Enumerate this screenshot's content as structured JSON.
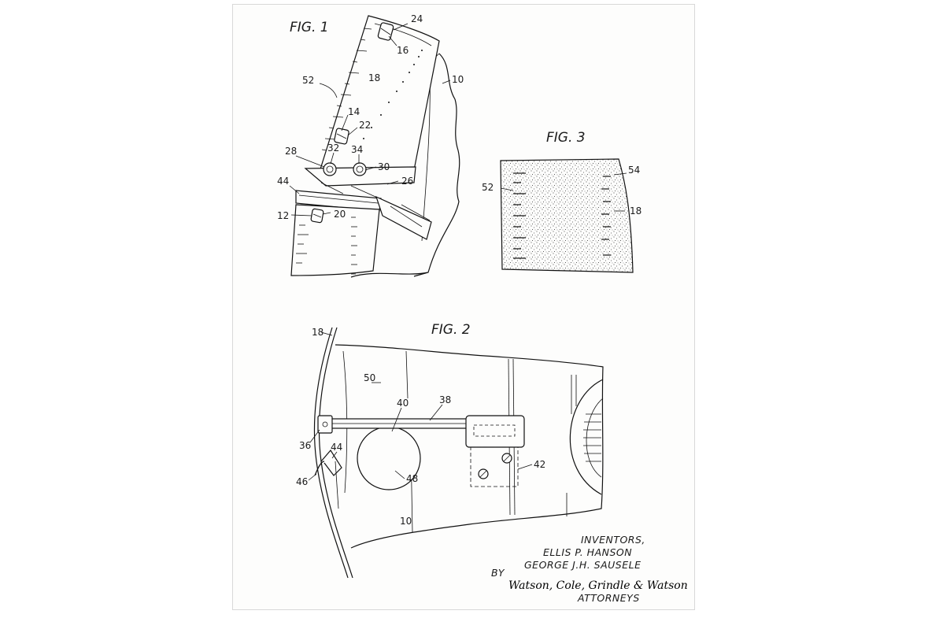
{
  "figures": {
    "fig1": "FIG. 1",
    "fig2": "FIG. 2",
    "fig3": "FIG. 3"
  },
  "refs": {
    "r24": "24",
    "r16": "16",
    "r10": "10",
    "r52a": "52",
    "r18a": "18",
    "r14": "14",
    "r22": "22",
    "r28": "28",
    "r32": "32",
    "r34": "34",
    "r30": "30",
    "r26": "26",
    "r44a": "44",
    "r12": "12",
    "r20": "20",
    "r52b": "52",
    "r54": "54",
    "r18b": "18",
    "r18c": "18",
    "r50": "50",
    "r40": "40",
    "r38": "38",
    "r36": "36",
    "r44b": "44",
    "r48": "48",
    "r42": "42",
    "r46": "46",
    "r10b": "10"
  },
  "inventors": {
    "heading": "INVENTORS,",
    "name1": "ELLIS P. HANSON",
    "name2": "GEORGE J.H. SAUSELE",
    "by": "BY",
    "signature": "Watson, Cole, Grindle & Watson",
    "attorneys": "ATTORNEYS"
  }
}
